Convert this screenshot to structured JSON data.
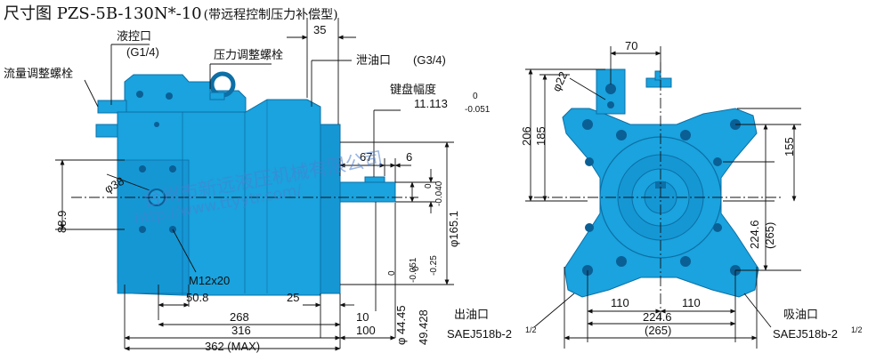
{
  "title": {
    "main": "尺寸图 PZS-5B-130N*-10",
    "sub": "(带远程控制压力补偿型)"
  },
  "callouts": {
    "pilot_port": "液控口",
    "pilot_port_size": "(G1/4)",
    "pressure_screw": "压力调整螺栓",
    "flow_screw": "流量调整螺栓",
    "drain_port": "泄油口",
    "drain_port_size": "(G3/4)",
    "key_width": "键盘幅度",
    "key_width_value": "11.113",
    "key_width_tol_upper": "0",
    "key_width_tol_lower": "-0.051",
    "outlet_port": "出油口",
    "outlet_spec": "SAEJ518b-2",
    "outlet_sup": "1/2",
    "inlet_port": "吸油口",
    "inlet_spec": "SAEJ518b-2",
    "inlet_sup": "1/2"
  },
  "dimensions": {
    "top_35": "35",
    "d67": "67",
    "d6": "6",
    "shaft_tol_upper": "0",
    "shaft_tol_lower": "-0.040",
    "h88_9": "88.9",
    "phi38": "φ38",
    "phi165": "φ165.1",
    "m12": "M12x20",
    "d50_8": "50.8",
    "d25": "25",
    "d268": "268",
    "d10": "10",
    "d316": "316",
    "d100": "100",
    "d362": "362 (MAX)",
    "phi44": "φ 44.45",
    "phi44_tol_upper": "0",
    "phi44_tol_lower": "-0.051",
    "d49": "49.428",
    "d49_tol_upper": "0",
    "d49_tol_lower": "-0.25",
    "d70": "70",
    "phi22": "φ22",
    "d206": "206",
    "d185": "185",
    "d155": "155",
    "d224_6_v": "224.6",
    "d265_v": "(265)",
    "d110_left": "110",
    "d110_right": "110",
    "d224_6_h": "224.6",
    "d265_h": "(265)"
  },
  "watermark": {
    "company": "台州市新远液压机械有限公司",
    "url": "http://www.ttyytr.com/"
  },
  "colors": {
    "body": "#1aa3de",
    "body_dark": "#0c6fa6",
    "line": "#111111"
  }
}
